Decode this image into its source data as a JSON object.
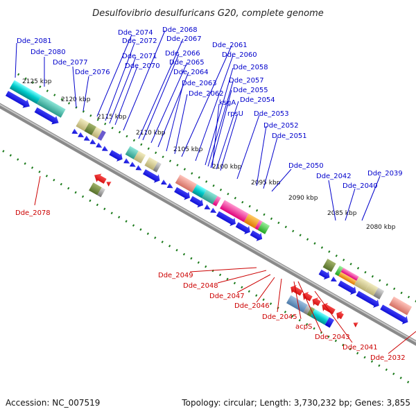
{
  "title": "Desulfovibrio desulfuricans G20, complete genome",
  "accession": "Accession: NC_007519",
  "summary": "Topology: circular; Length: 3,730,232 bp; Genes: 3,855",
  "kbp_ticks": [
    "2125 kbp",
    "2120 kbp",
    "2115 kbp",
    "2110 kbp",
    "2105 kbp",
    "2100 kbp",
    "2095 kbp",
    "2090 kbp",
    "2085 kbp",
    "2080 kbp"
  ],
  "upper_labels": [
    "Dde_2081",
    "Dde_2080",
    "Dde_2077",
    "Dde_2076",
    "Dde_2074",
    "Dde_2072",
    "Dde_2071",
    "Dde_2070",
    "Dde_2068",
    "Dde_2067",
    "Dde_2066",
    "Dde_2065",
    "Dde_2064",
    "Dde_2063",
    "Dde_2062",
    "Dde_2061",
    "Dde_2060",
    "Dde_2058",
    "Dde_2057",
    "Dde_2055",
    "ksgA",
    "Dde_2054",
    "rpsU",
    "Dde_2053",
    "Dde_2052",
    "Dde_2051",
    "Dde_2050",
    "Dde_2042",
    "Dde_2040",
    "Dde_2039"
  ],
  "lower_labels": [
    "Dde_2078",
    "Dde_2049",
    "Dde_2048",
    "Dde_2047",
    "Dde_2046",
    "Dde_2045",
    "acpS",
    "Dde_2043",
    "Dde_2041",
    "Dde_2032"
  ],
  "colors": {
    "backbone": "#8a8a8a",
    "forward_gene": "#0000ee",
    "reverse_gene": "#ee0000",
    "upper_label": "#0000cc",
    "lower_label": "#cc0000",
    "tick_green": "#1a7a1a"
  }
}
